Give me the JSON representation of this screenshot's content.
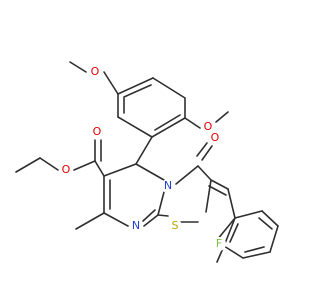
{
  "atoms": [
    {
      "id": "o_top",
      "symbol": "O",
      "color": "#e00000"
    },
    {
      "id": "o_meo2",
      "symbol": "O",
      "color": "#e00000"
    },
    {
      "id": "o_ester_carbonyl",
      "symbol": "O",
      "color": "#e00000"
    },
    {
      "id": "o_ester",
      "symbol": "O",
      "color": "#e00000"
    },
    {
      "id": "n_ring",
      "symbol": "N",
      "color": "#1f3fd1"
    },
    {
      "id": "o_keto",
      "symbol": "O",
      "color": "#e00000"
    },
    {
      "id": "s_ring",
      "symbol": "S",
      "color": "#b8a600"
    },
    {
      "id": "n_imine",
      "symbol": "N",
      "color": "#1f3fd1"
    },
    {
      "id": "f_atom",
      "symbol": "F",
      "color": "#7cc242"
    }
  ],
  "colors": {
    "bond": "#2f2f2f",
    "oxygen": "#e00000",
    "nitrogen": "#1f3fd1",
    "sulfur": "#b8a600",
    "fluorine": "#7cc242"
  }
}
